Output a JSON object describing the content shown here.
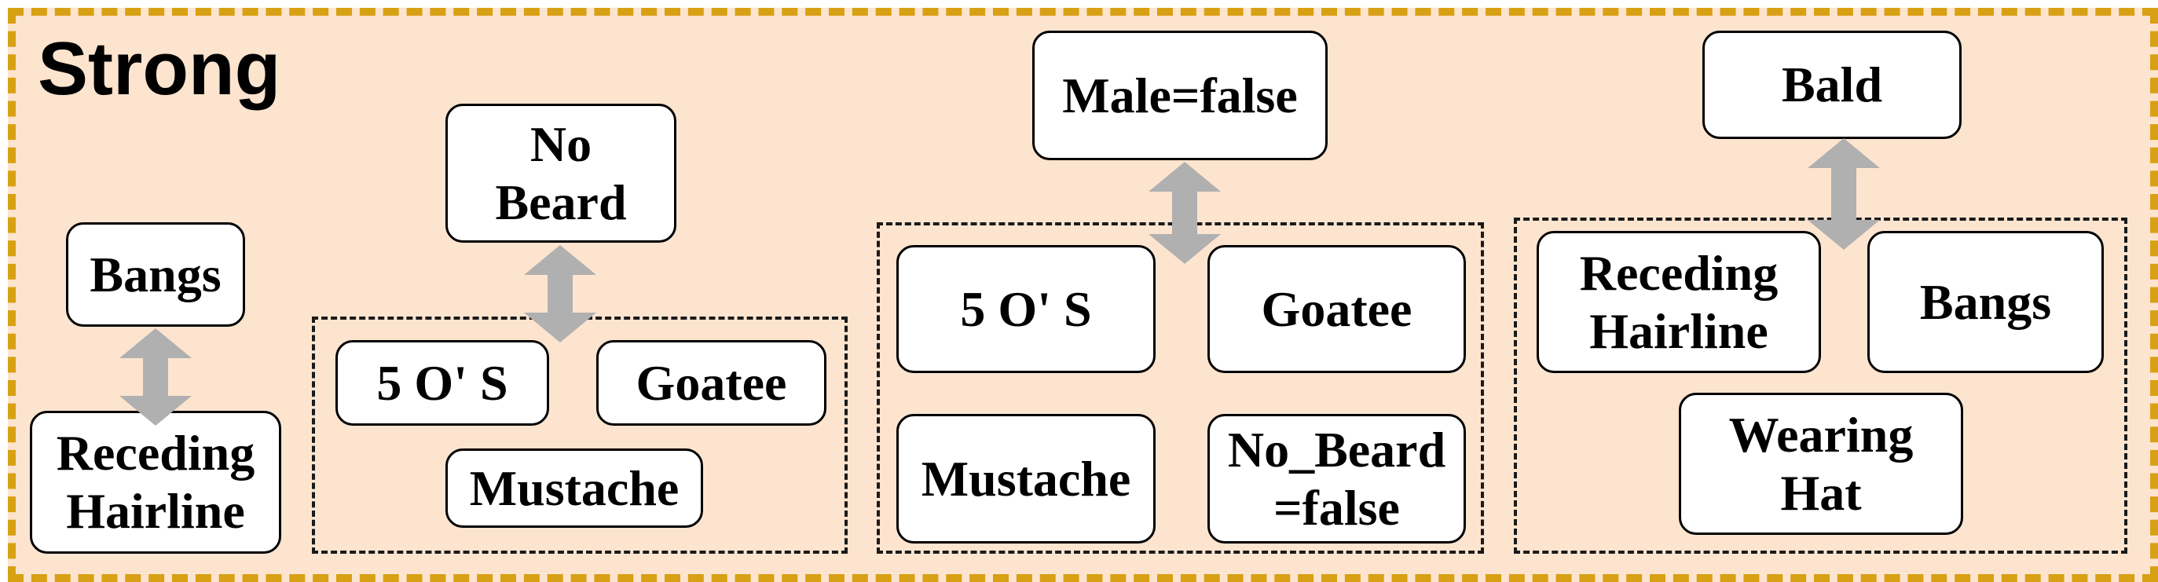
{
  "panel": {
    "title": "Strong",
    "border_color": "#d8a014",
    "fill_color": "#fde4cf"
  },
  "arrow_color": "#b0b0b0",
  "relations": [
    {
      "top": "Bangs",
      "group": false,
      "bottom": [
        "Receding\nHairline"
      ]
    },
    {
      "top": "No\nBeard",
      "group": true,
      "bottom": [
        "5 O' S",
        "Goatee",
        "Mustache"
      ]
    },
    {
      "top": "Male=false",
      "group": true,
      "bottom": [
        "5 O' S",
        "Goatee",
        "Mustache",
        "No_Beard\n=false"
      ]
    },
    {
      "top": "Bald",
      "group": true,
      "bottom": [
        "Receding\nHairline",
        "Bangs",
        "Wearing\nHat"
      ]
    }
  ]
}
